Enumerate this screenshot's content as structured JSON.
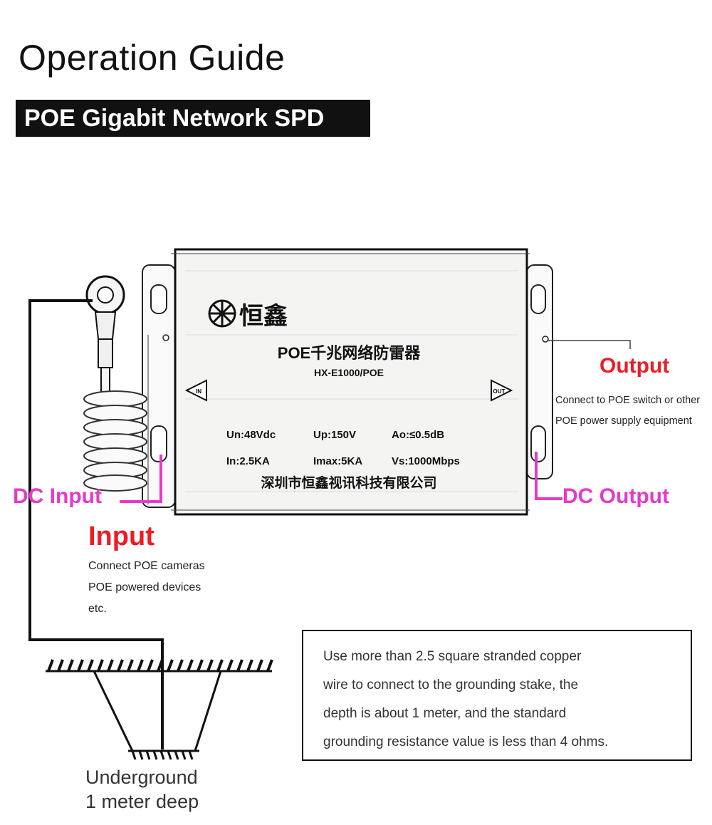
{
  "title": "Operation Guide",
  "subtitle": "POE Gigabit Network SPD",
  "device": {
    "brand_logo": "恒鑫",
    "name_cn": "POE千兆网络防雷器",
    "model": "HX-E1000/POE",
    "port_in": "IN",
    "port_out": "OUT",
    "specs": [
      "Un:48Vdc",
      "Up:150V",
      "Ao:≤0.5dB",
      "In:2.5KA",
      "Imax:5KA",
      "Vs:1000Mbps"
    ],
    "maker_cn": "深圳市恒鑫视讯科技有限公司"
  },
  "labels": {
    "output": "Output",
    "output_desc": [
      "Connect to POE switch or other",
      "POE power supply equipment"
    ],
    "dc_input": "DC Input",
    "dc_output": "DC Output",
    "input": "Input",
    "input_desc": [
      "Connect POE cameras",
      "POE powered devices",
      "etc."
    ]
  },
  "grounding_note": [
    "Use more than 2.5 square stranded copper",
    "wire to connect to the grounding stake, the",
    "depth is about 1 meter, and the standard",
    "grounding resistance value is less than 4 ohms."
  ],
  "underground": [
    "Underground",
    "1 meter deep"
  ],
  "colors": {
    "red": "#ee1c25",
    "magenta": "#e63ac8",
    "black": "#111111"
  }
}
